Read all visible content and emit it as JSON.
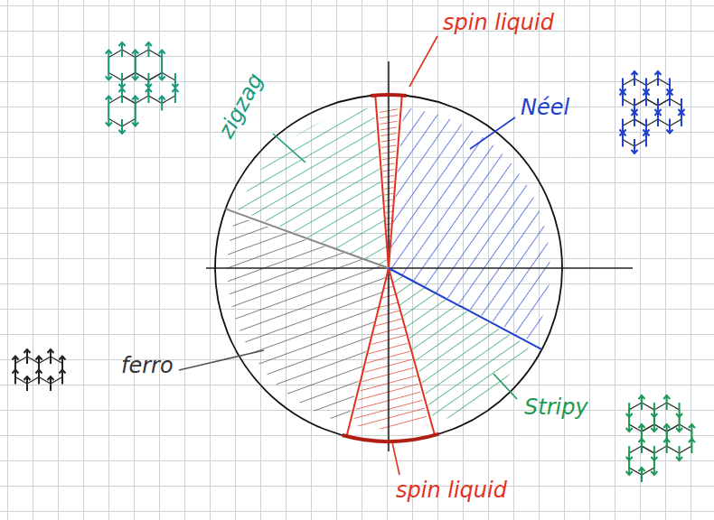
{
  "diagram": {
    "labels": [
      "spin liquid",
      "zigzag",
      "Néel",
      "ferro",
      "Stripy",
      "spin liquid"
    ]
  }
}
